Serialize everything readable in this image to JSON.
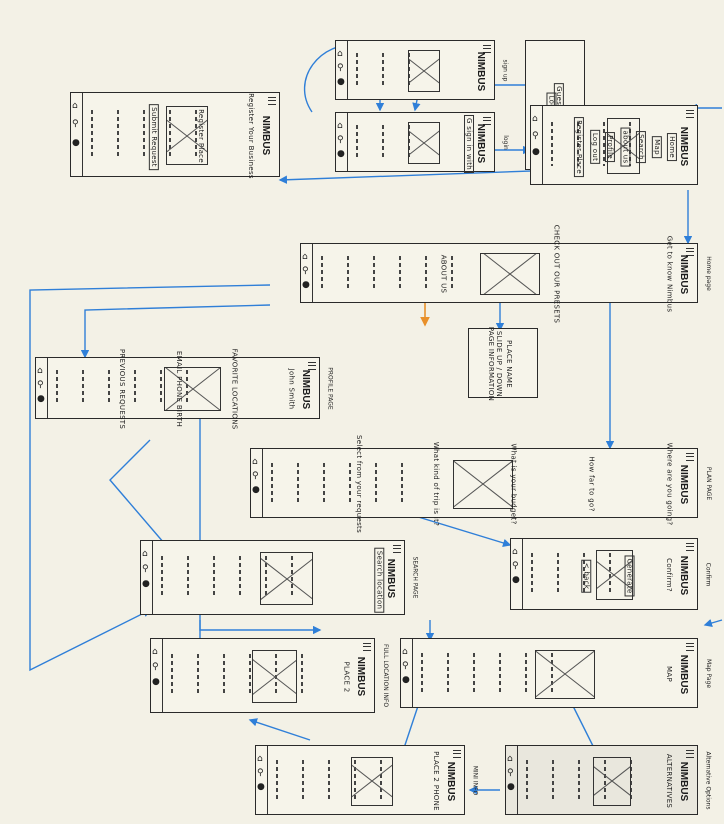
{
  "colors": {
    "paper": "#f3f1e6",
    "ink": "#2a2a2a",
    "flow_arrow": "#2f7fd8",
    "annotation_arrow": "#e8902a"
  },
  "icons": [
    "home-icon",
    "map-icon",
    "search-icon",
    "profile-icon",
    "hamburger-icon"
  ],
  "frames": [
    {
      "id": "signup",
      "title": "NIMBUS",
      "caption": "sign up"
    },
    {
      "id": "login",
      "title": "NIMBUS",
      "caption": "login",
      "button": "G sign in with"
    },
    {
      "id": "guest",
      "options": [
        "Guest User",
        "Log in"
      ]
    },
    {
      "id": "register",
      "title": "NIMBUS",
      "heading": "Register Your Business",
      "sub": "Register Place",
      "button": "Submit Request"
    },
    {
      "id": "menu",
      "title": "NIMBUS",
      "items": [
        "Home",
        "Map",
        "Search",
        "about us"
      ],
      "links": [
        "Profile",
        "Log out",
        "Register Place"
      ]
    },
    {
      "id": "home",
      "title": "NIMBUS",
      "caption": "Home page",
      "headings": [
        "Get to know Nimbus",
        "CHECK OUT OUR PRESETS",
        "ABOUT US"
      ]
    },
    {
      "id": "preset",
      "heading": "PLACE NAME",
      "detail": "PAGE INFORMATION",
      "sub": "SLIDE UP / DOWN"
    },
    {
      "id": "profile",
      "title": "NIMBUS",
      "caption": "PROFILE PAGE",
      "name": "John Smith",
      "sections": [
        "FAVORITE LOCATIONS",
        "EMAIL  PHONE  BIRTH",
        "PREVIOUS REQUESTS"
      ]
    },
    {
      "id": "plan",
      "title": "NIMBUS",
      "caption": "PLAN PAGE",
      "questions": [
        "Where are you going?",
        "How far to go?",
        "What is your budget?",
        "What kind of trip is it?",
        "Select from your requests"
      ]
    },
    {
      "id": "confirm",
      "title": "NIMBUS",
      "caption": "Confirm",
      "heading": "Confirm?",
      "back": "< back",
      "button": "Generate"
    },
    {
      "id": "search",
      "title": "NIMBUS",
      "caption": "SEARCH PAGE",
      "button": "Search location"
    },
    {
      "id": "full-location",
      "title": "NIMBUS",
      "caption": "FULL LOCATION INFO",
      "heading": "PLACE 2"
    },
    {
      "id": "map",
      "title": "NIMBUS",
      "caption": "Map Page",
      "label": "MAP"
    },
    {
      "id": "mini",
      "title": "NIMBUS",
      "caption": "MINI INFO",
      "heading": "PLACE 2 PHONE"
    },
    {
      "id": "alternatives",
      "title": "NIMBUS",
      "caption": "Alternative Options",
      "heading": "ALTERNATIVES"
    }
  ]
}
